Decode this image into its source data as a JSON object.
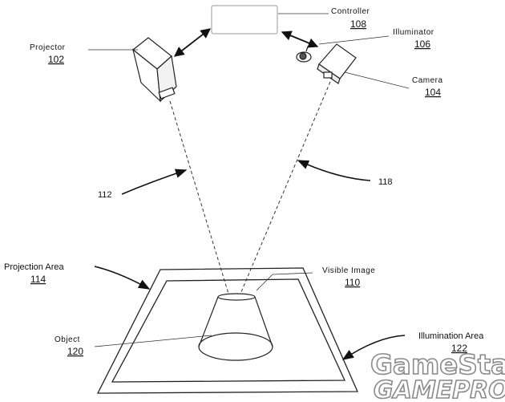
{
  "components": {
    "controller": {
      "label": "Controller",
      "number": "108"
    },
    "illuminator": {
      "label": "Illuminator",
      "number": "106"
    },
    "projector": {
      "label": "Projector",
      "number": "102"
    },
    "camera": {
      "label": "Camera",
      "number": "104"
    },
    "projection_area": {
      "label": "Projection Area",
      "number": "114"
    },
    "visible_image": {
      "label": "Visible Image",
      "number": "110"
    },
    "object": {
      "label": "Object",
      "number": "120"
    },
    "illumination_area": {
      "label": "Illumination Area",
      "number": "122"
    }
  },
  "rays": {
    "projector_ray": {
      "number": "112"
    },
    "camera_ray": {
      "number": "118"
    }
  },
  "watermark": {
    "line1": "GameStar",
    "line2": "GAMEPRO"
  }
}
